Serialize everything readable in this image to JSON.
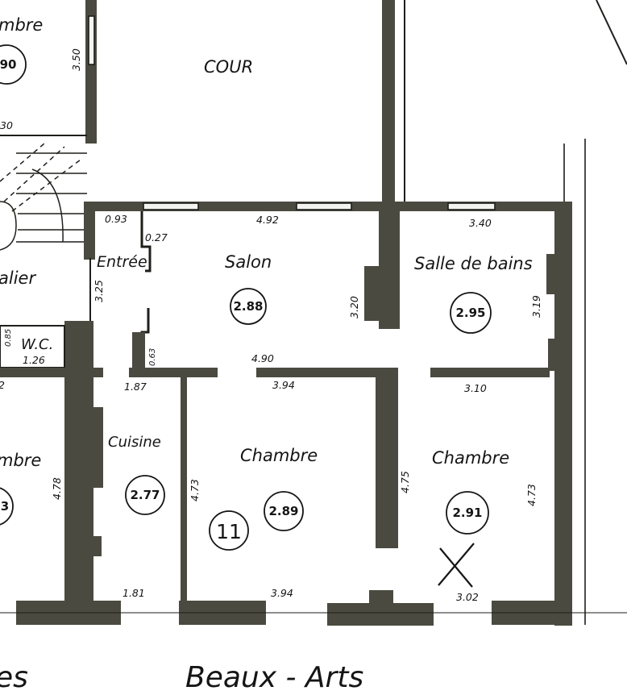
{
  "rooms": {
    "cour": "COUR",
    "salon": "Salon",
    "salle_de_bains": "Salle de bains",
    "entree": "Entrée",
    "cuisine": "Cuisine",
    "chambre_middle": "Chambre",
    "chambre_right": "Chambre",
    "wc": "W.C.",
    "chambre_top_left": "mbre",
    "chambre_mid_left": "mbre",
    "palier": "alier"
  },
  "heights": {
    "salon": "2.88",
    "salle_de_bains": "2.95",
    "cuisine": "2.77",
    "chambre_middle": "2.89",
    "chambre_right": "2.91",
    "top_left": "90",
    "mid_left": "3"
  },
  "apartment_number": "11",
  "dimensions": {
    "d350": "3.50",
    "d30": "30",
    "d093": "0.93",
    "d027": "0.27",
    "d492": "4.92",
    "d340": "3.40",
    "d325": "3.25",
    "d320": "3.20",
    "d319": "3.19",
    "d063": "0.63",
    "d085": "0.85",
    "d126": "1.26",
    "d2": "2",
    "d187": "1.87",
    "d490": "4.90",
    "d394_top": "3.94",
    "d310": "3.10",
    "d478": "4.78",
    "d473_left": "4.73",
    "d475": "4.75",
    "d473_right": "4.73",
    "d181": "1.81",
    "d394_bottom": "3.94",
    "d302": "3.02"
  },
  "street": {
    "beaux_arts": "Beaux - Arts",
    "left_fragment": "es"
  }
}
